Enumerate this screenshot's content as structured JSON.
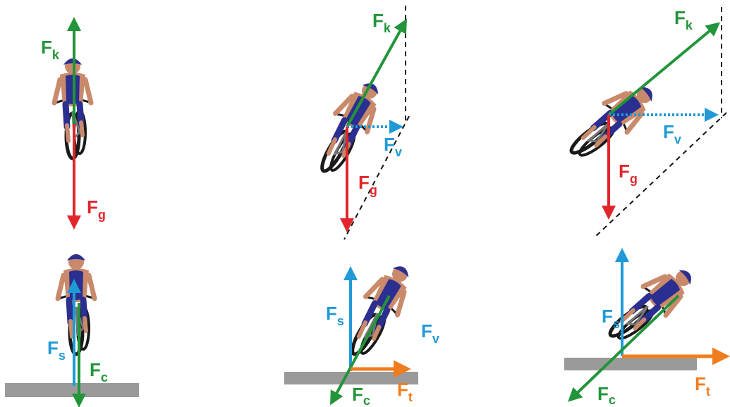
{
  "colors": {
    "gravity": "#e0262b",
    "combined": "#22943a",
    "lateral": "#1f9ad6",
    "friction": "#f07c1e",
    "ground": "#9a9a9a",
    "guide": "#111111",
    "skin": "#c98a6c",
    "jersey": "#2b2f8f",
    "bike": "#1a1a1a"
  },
  "icons": {
    "rider": "cyclist-figure-icon"
  },
  "labels": {
    "top_left": {
      "combined": {
        "main": "F",
        "sub": "k"
      },
      "gravity": {
        "main": "F",
        "sub": "g"
      }
    },
    "top_middle": {
      "combined": {
        "main": "F",
        "sub": "k"
      },
      "lateral": {
        "main": "F",
        "sub": "v"
      },
      "gravity": {
        "main": "F",
        "sub": "g"
      }
    },
    "top_right": {
      "combined": {
        "main": "F",
        "sub": "k"
      },
      "lateral": {
        "main": "F",
        "sub": "v"
      },
      "gravity": {
        "main": "F",
        "sub": "g"
      }
    },
    "bottom_left": {
      "support": {
        "main": "F",
        "sub": "s"
      },
      "contact": {
        "main": "F",
        "sub": "c"
      }
    },
    "bottom_middle": {
      "support": {
        "main": "F",
        "sub": "s"
      },
      "lateral": {
        "main": "F",
        "sub": "v"
      },
      "contact": {
        "main": "F",
        "sub": "c"
      },
      "friction": {
        "main": "F",
        "sub": "t"
      }
    },
    "bottom_right": {
      "support": {
        "main": "F",
        "sub": "s"
      },
      "contact": {
        "main": "F",
        "sub": "c"
      },
      "friction": {
        "main": "F",
        "sub": "t"
      }
    }
  }
}
